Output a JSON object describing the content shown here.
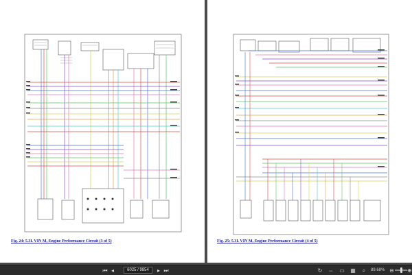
{
  "pages": [
    {
      "caption": "Fig. 24: 5.3L VIN M, Engine Performance Circuit (3 of 5)"
    },
    {
      "caption": "Fig. 25: 5.3L VIN M, Engine Performance Circuit (4 of 5)"
    }
  ],
  "toolbar": {
    "page_indicator": "6025 / 9854",
    "zoom_level": "89.68%",
    "zoom_fraction": 0.5,
    "icons": [
      "first-page-icon",
      "prev-page-icon",
      "next-page-icon",
      "last-page-icon",
      "rotate-icon",
      "fit-width-icon",
      "fit-page-icon",
      "thumbnails-icon",
      "zoom-out-icon",
      "zoom-in-icon"
    ]
  },
  "colors": {
    "wire_blue": "#4a6fd8",
    "wire_red": "#d84a4a",
    "wire_pink": "#e07ab8",
    "wire_purple": "#8a4ad8",
    "wire_green": "#5cc85c",
    "wire_yellow": "#d8d050",
    "wire_gray": "#8a8a8a",
    "wire_orange": "#e0a050",
    "wire_cyan": "#50c8d0",
    "caption": "#1a1aa0"
  }
}
